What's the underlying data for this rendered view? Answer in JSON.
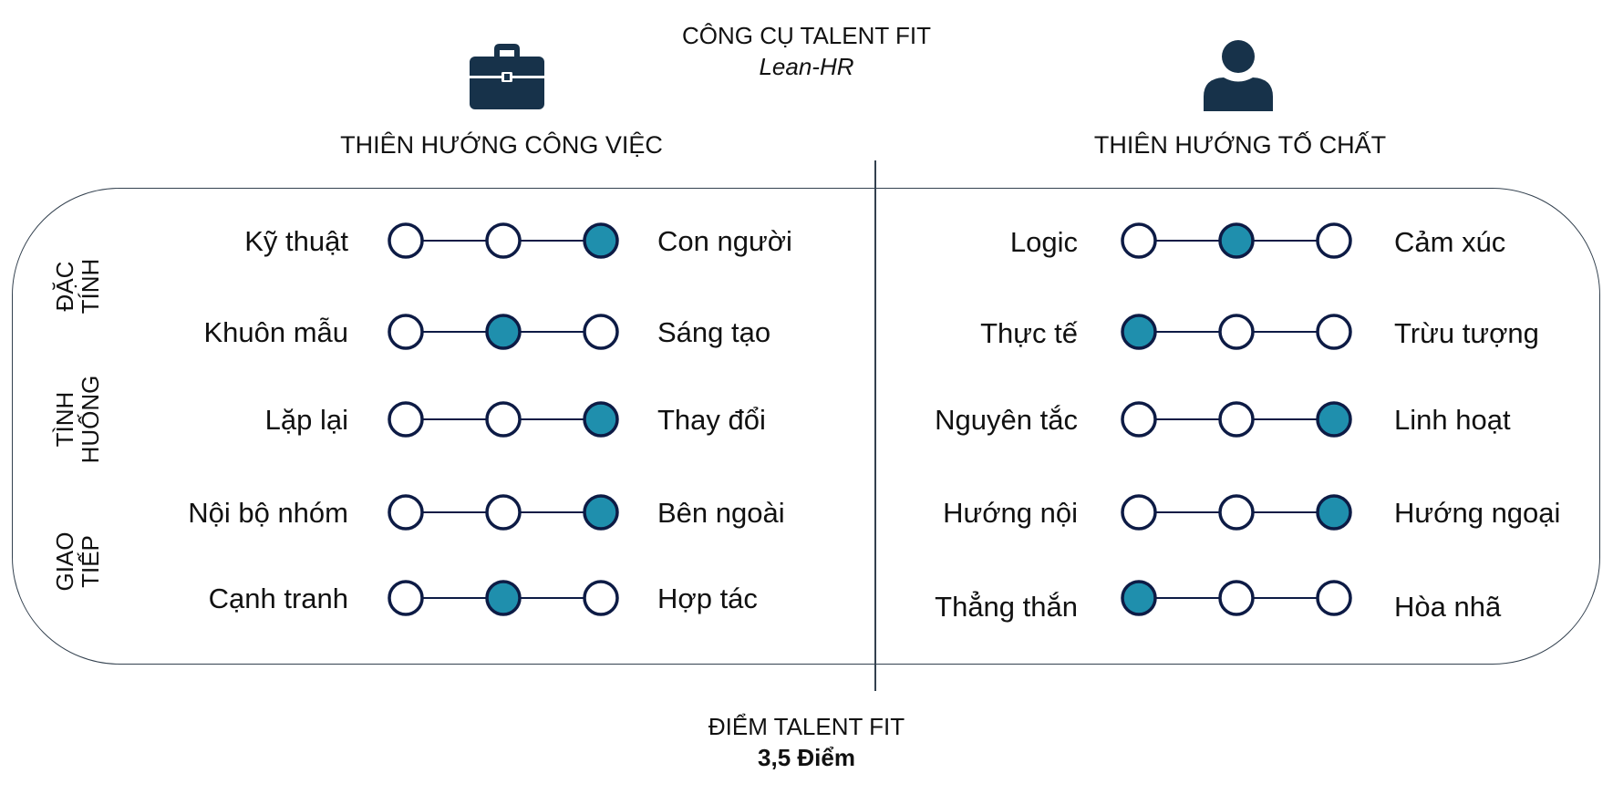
{
  "header": {
    "title": "CÔNG CỤ TALENT FIT",
    "subtitle": "Lean-HR"
  },
  "columns": {
    "left": {
      "heading": "THIÊN HƯỚNG CÔNG VIỆC",
      "icon": "briefcase-icon"
    },
    "right": {
      "heading": "THIÊN HƯỚNG TỐ CHẤT",
      "icon": "person-icon"
    }
  },
  "categories": [
    {
      "label": "ĐẶC TÍNH"
    },
    {
      "label": "TÌNH HUỐNG"
    },
    {
      "label": "GIAO TIẾP"
    }
  ],
  "left_rows": [
    {
      "left": "Kỹ thuật",
      "right": "Con người",
      "selected": 3
    },
    {
      "left": "Khuôn mẫu",
      "right": "Sáng tạo",
      "selected": 2
    },
    {
      "left": "Lặp lại",
      "right": "Thay đổi",
      "selected": 3
    },
    {
      "left": "Nội bộ nhóm",
      "right": "Bên ngoài",
      "selected": 3
    },
    {
      "left": "Cạnh tranh",
      "right": "Hợp tác",
      "selected": 2
    }
  ],
  "right_rows": [
    {
      "left": "Logic",
      "right": "Cảm xúc",
      "selected": 2
    },
    {
      "left": "Thực tế",
      "right": "Trừu tượng",
      "selected": 1
    },
    {
      "left": "Nguyên tắc",
      "right": "Linh hoạt",
      "selected": 3
    },
    {
      "left": "Hướng nội",
      "right": "Hướng ngoại",
      "selected": 3
    },
    {
      "left": "Thẳng thắn",
      "right": "Hòa nhã",
      "selected": 1
    }
  ],
  "score": {
    "label": "ĐIỂM TALENT FIT",
    "value": "3,5 Điểm"
  },
  "colors": {
    "filled": "#1f8fad",
    "outline": "#0d1b45",
    "icon": "#17324a"
  }
}
